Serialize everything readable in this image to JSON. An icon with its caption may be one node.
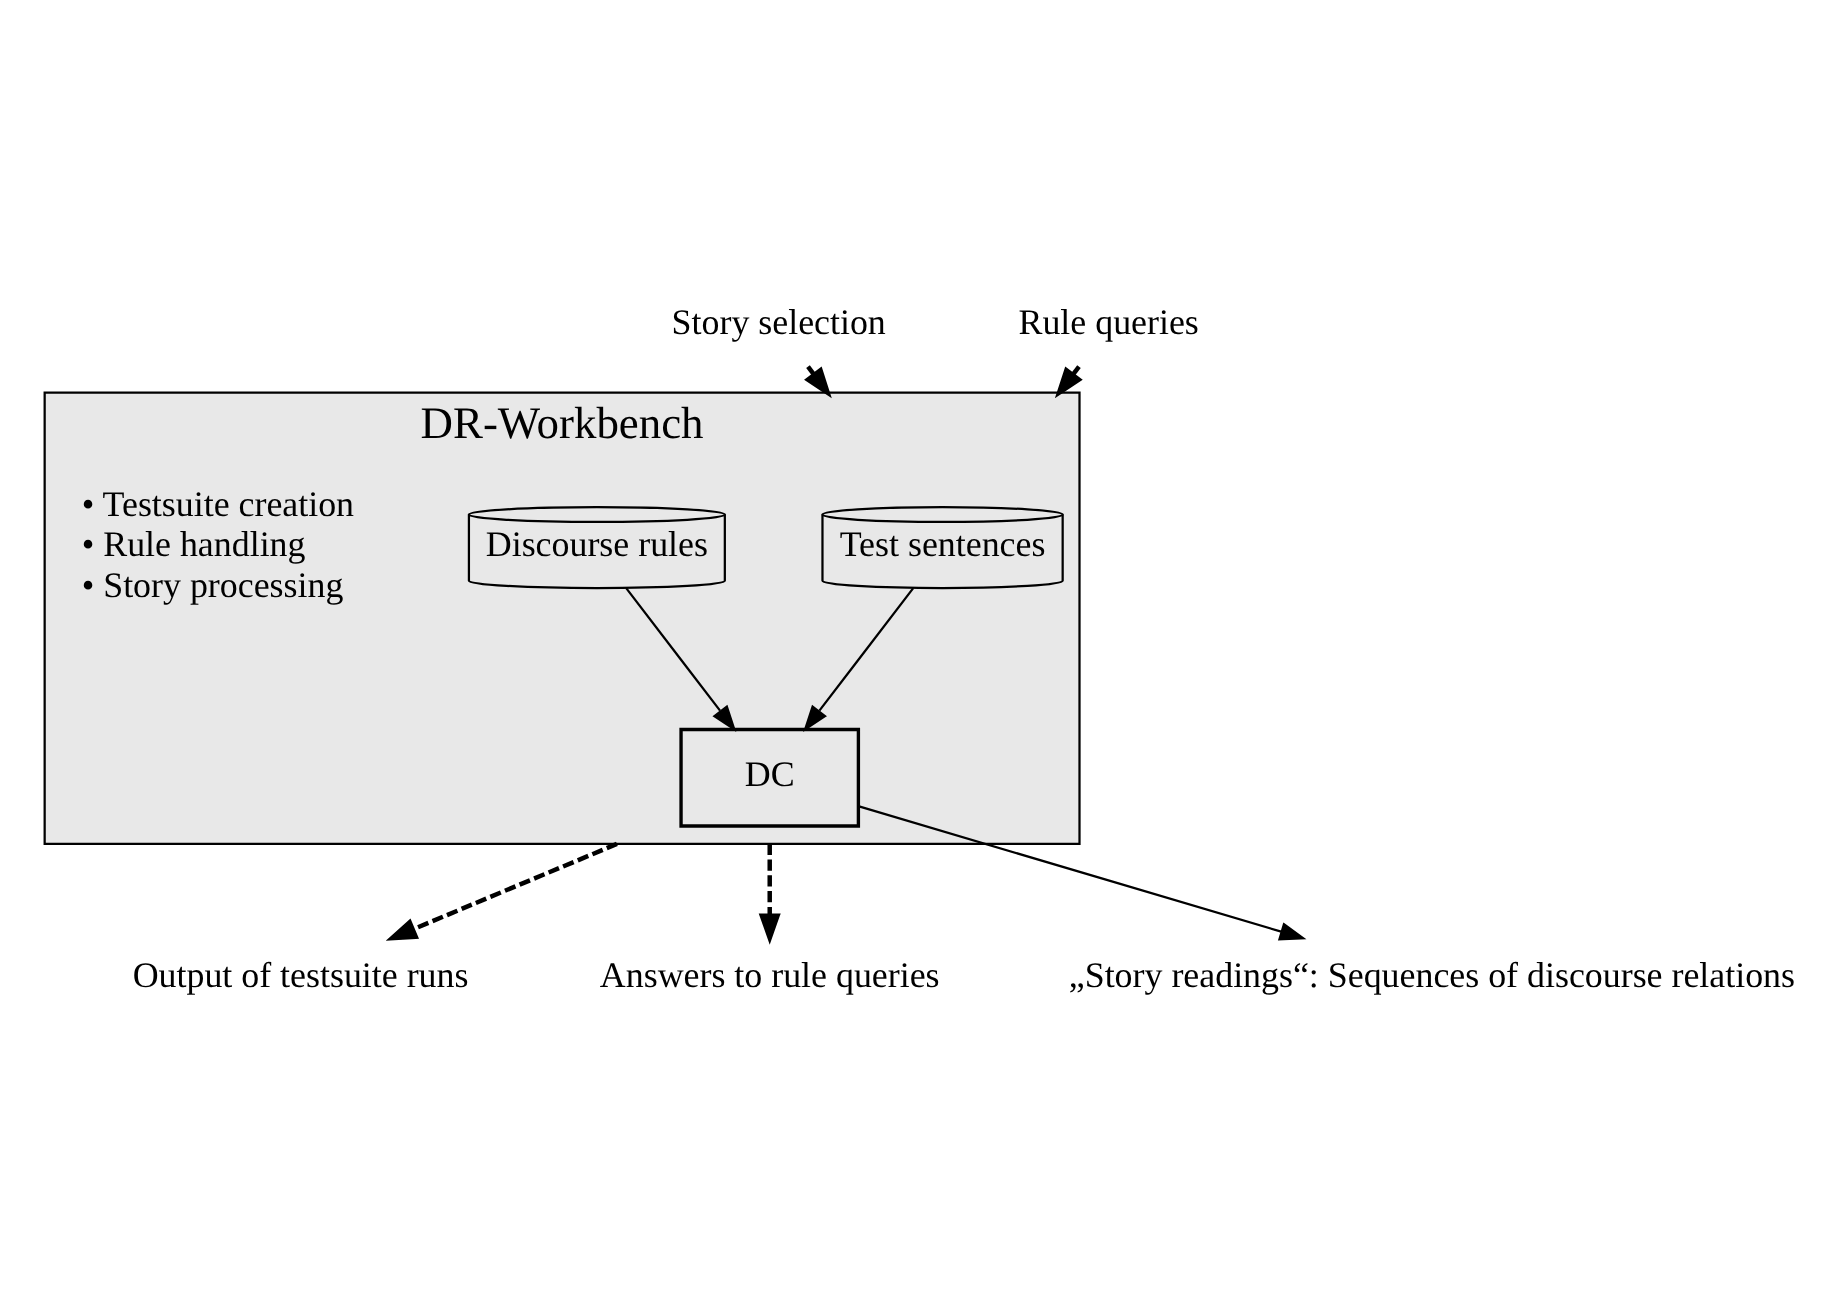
{
  "diagram": {
    "nodes": [
      {
        "text": [
          "DR-Workbench",
          "• Testsuite creation",
          "• Rule handling",
          "• Story processing"
        ]
      },
      {
        "text": [
          "Test sentences"
        ],
        "in": 0
      },
      {
        "text": [
          "Discourse rules"
        ],
        "in": 0
      },
      {
        "text": [
          "DC"
        ],
        "in": 0
      },
      {
        "text": [
          "Story selection"
        ]
      },
      {
        "text": [
          "Rule queries"
        ]
      },
      {
        "text": [
          "Output of testsuite runs"
        ]
      },
      {
        "text": [
          "Answers to rule queries"
        ]
      },
      {
        "text": [
          "„Story readings“: Sequences of discourse relations"
        ]
      }
    ],
    "edges": [
      {
        "from": 4,
        "to": 0,
        "arrow": "to",
        "style": "dashed"
      },
      {
        "from": 5,
        "to": 0,
        "arrow": "to",
        "style": "dashed"
      },
      {
        "from": 1,
        "to": 3,
        "arrow": "to"
      },
      {
        "from": 2,
        "to": 3,
        "arrow": "to"
      },
      {
        "from": 0,
        "to": 6,
        "arrow": "to",
        "style": "dashed"
      },
      {
        "from": 0,
        "to": 7,
        "arrow": "to",
        "style": "dashed"
      },
      {
        "from": 3,
        "to": 8,
        "arrow": "to"
      }
    ]
  }
}
